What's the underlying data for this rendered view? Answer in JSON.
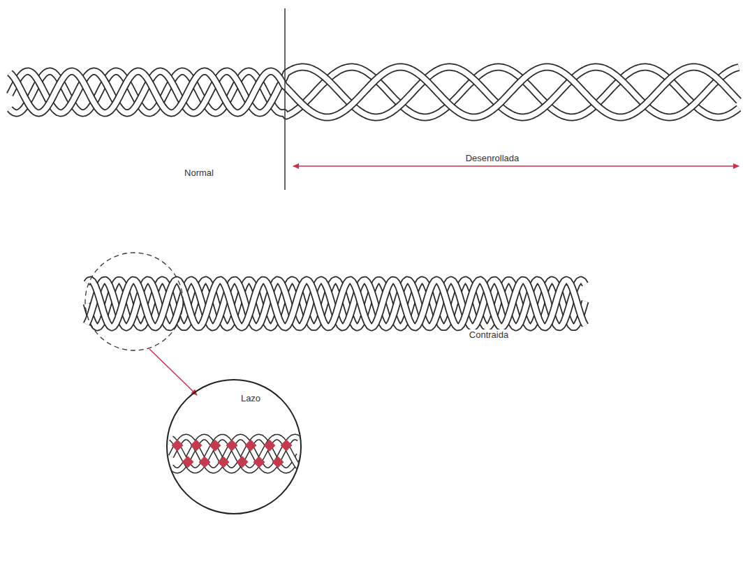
{
  "diagram": {
    "nodes": [
      {
        "text": [
          "Lazo"
        ]
      }
    ],
    "labels": [
      "Normal",
      "Desenrollada",
      "Contraida"
    ]
  }
}
